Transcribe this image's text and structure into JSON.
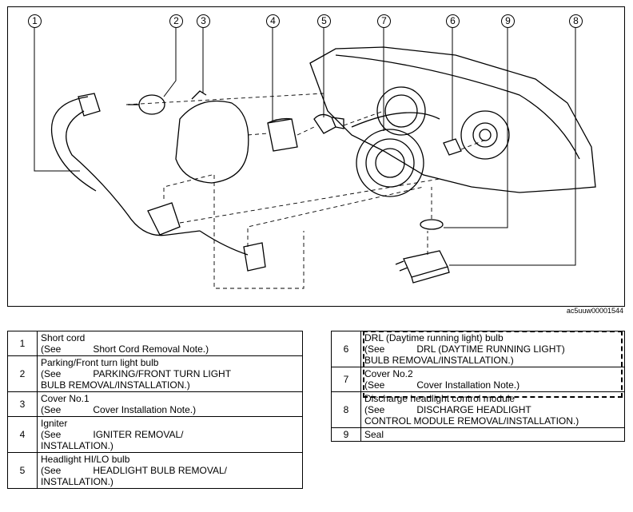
{
  "figure": {
    "code": "ac5uuw00001544",
    "callouts": [
      "1",
      "2",
      "3",
      "4",
      "5",
      "7",
      "6",
      "9",
      "8"
    ]
  },
  "legend_left": [
    {
      "num": "1",
      "name": "Short cord",
      "see": "(See",
      "ref": "Short Cord Removal Note.)",
      "ref2": ""
    },
    {
      "num": "2",
      "name": "Parking/Front turn light bulb",
      "see": "(See",
      "ref": "PARKING/FRONT TURN LIGHT",
      "ref2": "BULB REMOVAL/INSTALLATION.)"
    },
    {
      "num": "3",
      "name": "Cover No.1",
      "see": "(See",
      "ref": "Cover Installation Note.)",
      "ref2": ""
    },
    {
      "num": "4",
      "name": "Igniter",
      "see": "(See",
      "ref": "IGNITER REMOVAL/",
      "ref2": "INSTALLATION.)"
    },
    {
      "num": "5",
      "name": "Headlight HI/LO bulb",
      "see": "(See",
      "ref": "HEADLIGHT BULB REMOVAL/",
      "ref2": "INSTALLATION.)"
    }
  ],
  "legend_right": [
    {
      "num": "6",
      "name": "DRL (Daytime running light) bulb",
      "see": "(See",
      "ref": "DRL (DAYTIME RUNNING LIGHT)",
      "ref2": "BULB REMOVAL/INSTALLATION.)"
    },
    {
      "num": "7",
      "name": "Cover No.2",
      "see": "(See",
      "ref": "Cover Installation Note.)",
      "ref2": ""
    },
    {
      "num": "8",
      "name": "Discharge headlight control module",
      "see": "(See",
      "ref": "DISCHARGE HEADLIGHT",
      "ref2": "CONTROL MODULE REMOVAL/INSTALLATION.)"
    },
    {
      "num": "9",
      "name": "Seal",
      "see": "",
      "ref": "",
      "ref2": ""
    }
  ]
}
